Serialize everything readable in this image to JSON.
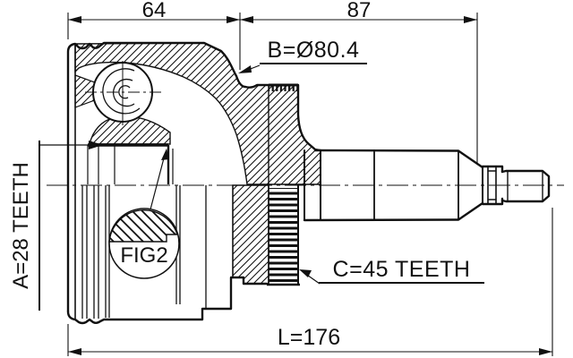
{
  "figure": {
    "type": "technical-drawing",
    "subject": "cv-joint-outer-cross-section",
    "background": "#ffffff",
    "line_color": "#111111"
  },
  "dimensions": {
    "housing_width": "64",
    "shaft_length": "87",
    "overall_length": "L=176"
  },
  "callouts": {
    "outer_diameter": "B=Ø80.4",
    "inner_spline_teeth": "A=28 TEETH",
    "shaft_spline_teeth": "C=45 TEETH",
    "detail_reference": "FIG2"
  }
}
